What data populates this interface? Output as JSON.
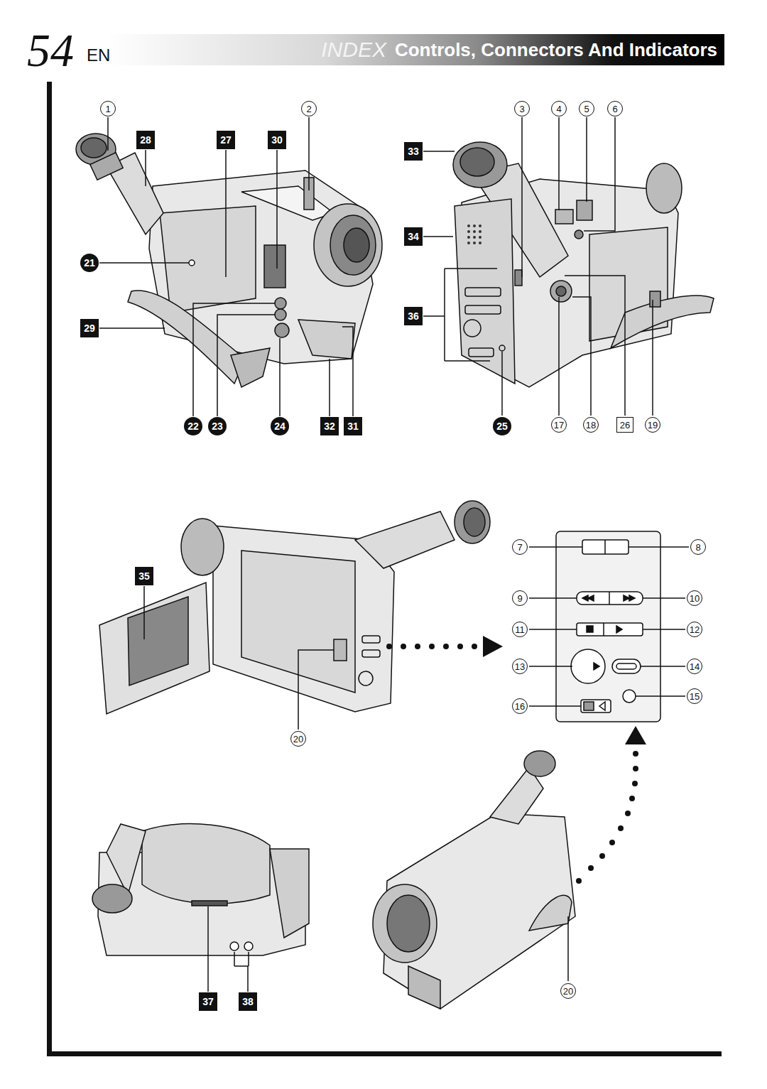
{
  "diagram": {
    "nodes": [
      {
        "text": [
          "INDEX",
          "Controls, Connectors And Indicators"
        ]
      }
    ],
    "labels": [
      "54",
      "EN",
      "1",
      "28",
      "27",
      "30",
      "2",
      "21",
      "29",
      "22",
      "23",
      "24",
      "32",
      "31",
      "3",
      "4",
      "5",
      "6",
      "33",
      "34",
      "36",
      "25",
      "17",
      "18",
      "26",
      "19",
      "35",
      "20",
      "7",
      "8",
      "9",
      "10",
      "11",
      "12",
      "13",
      "14",
      "15",
      "16",
      "37",
      "38",
      "20"
    ]
  }
}
